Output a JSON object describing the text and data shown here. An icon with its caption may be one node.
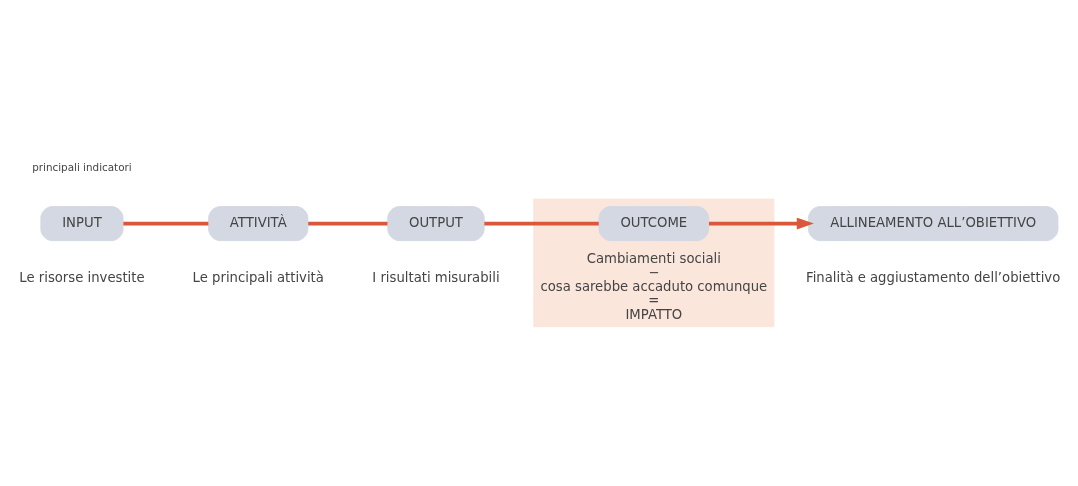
{
  "diagram": {
    "nodes": [
      {
        "text": [
          "INPUT"
        ],
        "beside": [
          "Le risorse investite"
        ]
      },
      {
        "text": [
          "ATTIVITÀ"
        ],
        "beside": [
          "Le principali attività"
        ]
      },
      {
        "text": [
          "OUTPUT"
        ],
        "beside": [
          "I risultati misurabili"
        ]
      },
      {
        "text": [
          "Cambiamenti sociali",
          "−",
          "cosa sarebbe accaduto comunque",
          "=",
          "IMPATTO"
        ]
      },
      {
        "text": [
          "OUTCOME"
        ],
        "in": 3
      },
      {
        "text": [
          "ALLINEAMENTO ALL’OBIETTIVO"
        ],
        "beside": [
          "Finalità e aggiustamento dell’obiettivo"
        ]
      }
    ],
    "edges": [
      {
        "from": 0,
        "to": 1,
        "arrow": "none"
      },
      {
        "from": 1,
        "to": 2,
        "arrow": "none"
      },
      {
        "from": 2,
        "to": 4,
        "arrow": "none"
      },
      {
        "from": 4,
        "to": 5,
        "arrow": "to"
      }
    ],
    "labels": [
      "principali indicatori"
    ]
  }
}
